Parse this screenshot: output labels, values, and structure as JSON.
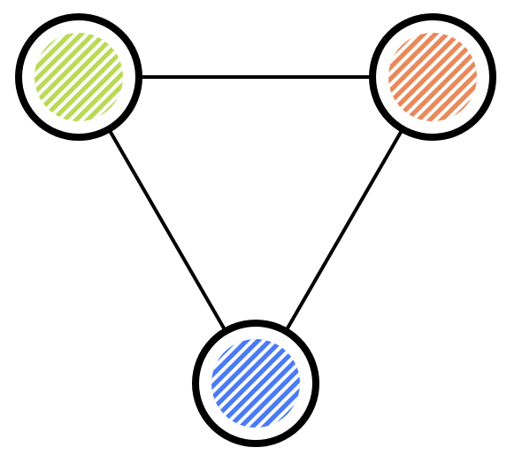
{
  "diagram": {
    "type": "graph",
    "nodes": [
      {
        "id": "node-top-left",
        "fill_color": "#bada55",
        "pattern": "diagonal-hatch"
      },
      {
        "id": "node-top-right",
        "fill_color": "#e8895a",
        "pattern": "diagonal-hatch"
      },
      {
        "id": "node-bottom",
        "fill_color": "#4a7bf5",
        "pattern": "diagonal-hatch"
      }
    ],
    "edges": [
      {
        "from": "node-top-left",
        "to": "node-top-right"
      },
      {
        "from": "node-top-left",
        "to": "node-bottom"
      },
      {
        "from": "node-top-right",
        "to": "node-bottom"
      }
    ],
    "ring_color": "#000000",
    "edge_color": "#000000",
    "hatch_color": "#ffffff"
  }
}
